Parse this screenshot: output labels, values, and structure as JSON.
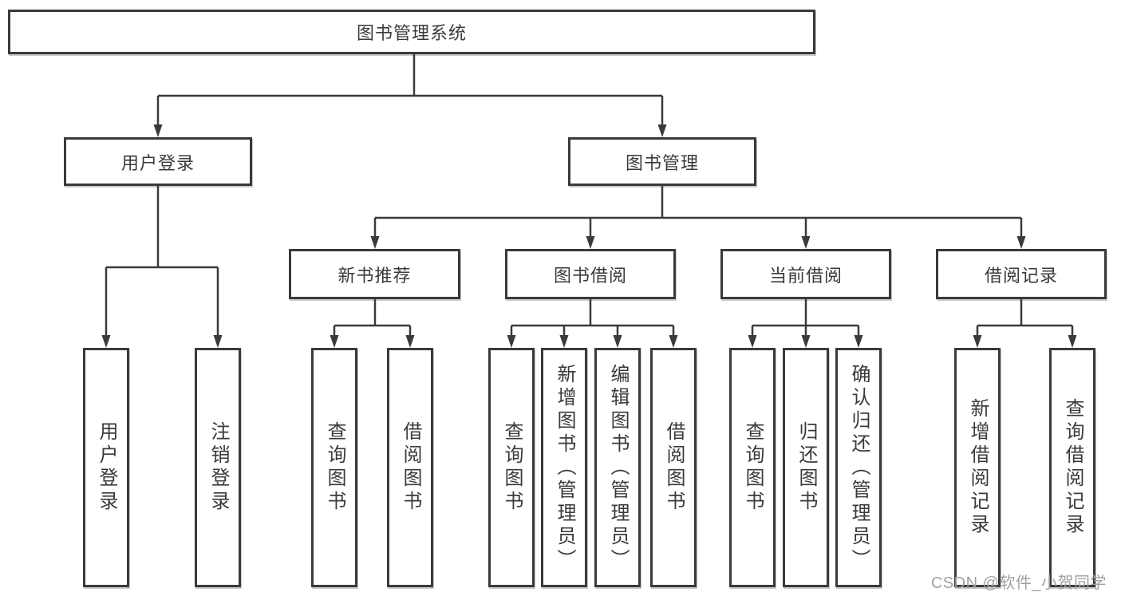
{
  "diagram_title": "图书管理系统",
  "tree": {
    "root": "图书管理系统",
    "branches": [
      {
        "label": "用户登录",
        "children": [
          "用户登录",
          "注销登录"
        ]
      },
      {
        "label": "图书管理",
        "groups": [
          {
            "label": "新书推荐",
            "children": [
              "查询图书",
              "借阅图书"
            ]
          },
          {
            "label": "图书借阅",
            "children": [
              "查询图书",
              "新增图书（管理员）",
              "编辑图书（管理员）",
              "借阅图书"
            ]
          },
          {
            "label": "当前借阅",
            "children": [
              "查询图书",
              "归还图书",
              "确认归还（管理员）"
            ]
          },
          {
            "label": "借阅记录",
            "children": [
              "新增借阅记录",
              "查询借阅记录"
            ]
          }
        ]
      }
    ]
  },
  "watermark": {
    "text": "CSDN @软件_小贺同学"
  },
  "colors": {
    "line": "#3a3a3a",
    "text": "#3a3a3a",
    "watermark": "#a0a0a0",
    "background": "#ffffff"
  }
}
